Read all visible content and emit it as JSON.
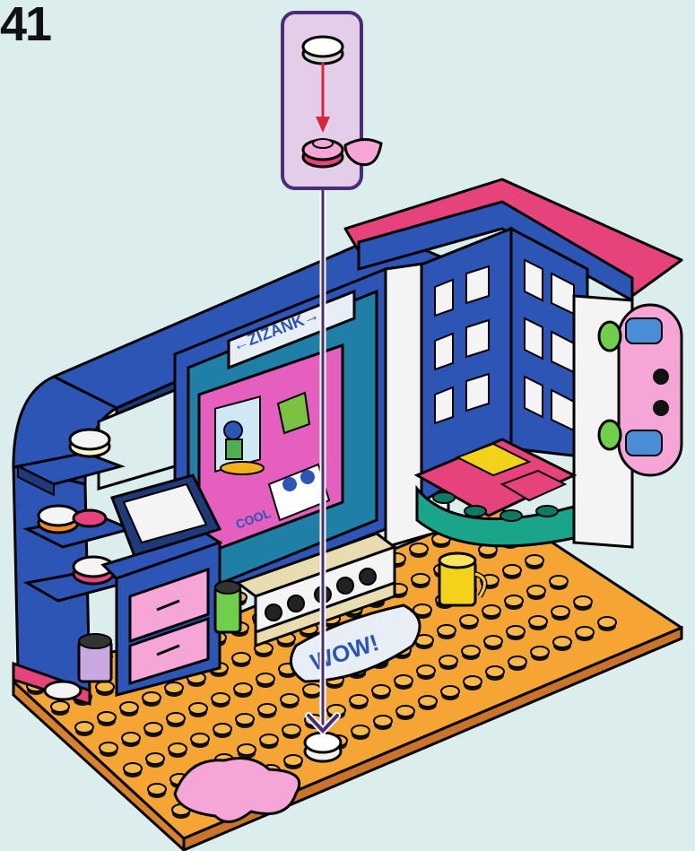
{
  "step": {
    "number": "41"
  },
  "sign": {
    "text": "←ZIZANK→"
  },
  "board": {
    "text": "COOL"
  },
  "mat": {
    "text": "WOW!"
  },
  "colors": {
    "background": "#dcedee",
    "callout_fill": "#e4cde8",
    "callout_border": "#4a2d78",
    "arrow_red": "#d7263d",
    "arrow_purple": "#4a2d78",
    "wall_blue": "#2d55b5",
    "dark_blue": "#1e3a7a",
    "baseplate": "#f4a534",
    "pink": "#f5a6d6",
    "magenta": "#e6437c",
    "white": "#f4f4f4",
    "teal": "#1aa58a",
    "yellow": "#f2d21b",
    "green": "#6fcf4a"
  },
  "icons": [
    "round-tile-icon",
    "pink-round-plate-icon",
    "liquid-drop-icon",
    "arrow-down-icon"
  ]
}
